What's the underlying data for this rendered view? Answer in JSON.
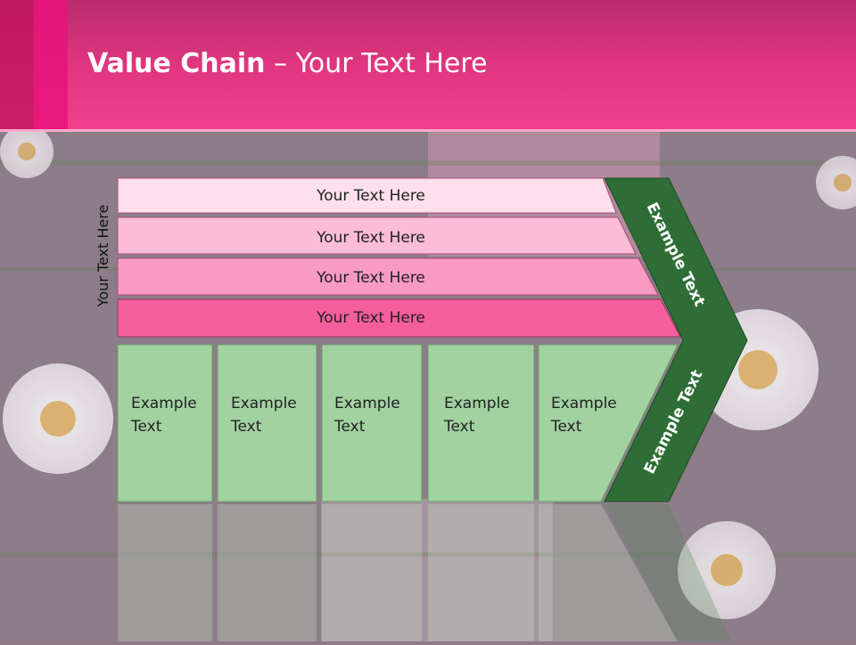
{
  "title": {
    "bold": "Value Chain",
    "rest": " – Your Text Here"
  },
  "side_label": "Your Text Here",
  "bars": [
    {
      "label": "Your Text Here",
      "color": "#fde0ec"
    },
    {
      "label": "Your Text Here",
      "color": "#fbbcd6"
    },
    {
      "label": "Your Text Here",
      "color": "#f99ac2"
    },
    {
      "label": "Your Text Here",
      "color": "#f55e9c"
    }
  ],
  "boxes": [
    {
      "line1": "Example",
      "line2": "Text"
    },
    {
      "line1": "Example",
      "line2": "Text"
    },
    {
      "line1": "Example",
      "line2": "Text"
    },
    {
      "line1": "Example",
      "line2": "Text"
    },
    {
      "line1": "Example",
      "line2": "Text"
    }
  ],
  "arrow_top_label": "Example Text",
  "arrow_bottom_label": "Example Text",
  "colors": {
    "header": "#e0357f",
    "arrow": "#2e6e36",
    "box": "#a1d2a0"
  }
}
